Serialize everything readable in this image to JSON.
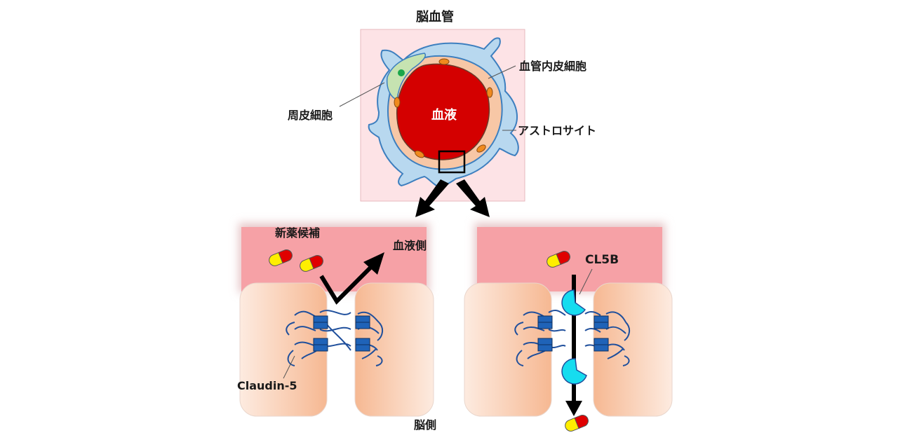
{
  "title": "脳血管",
  "labels": {
    "endothelial": "血管内皮細胞",
    "pericyte": "周皮細胞",
    "astrocyte": "アストロサイト",
    "blood": "血液",
    "drug_candidate": "新薬候補",
    "blood_side": "血液側",
    "claudin": "Claudin-5",
    "brain_side": "脳側",
    "cl5b": "CL5B"
  },
  "colors": {
    "blood": "#d40000",
    "endothelium": "#f7c7a6",
    "astrocyte": "#b8d8ef",
    "pericyte": "#c6e3b1",
    "background_panel": "#fde3e6",
    "blood_band": "#f6a1a6",
    "claudin_block": "#1f63b8",
    "cl5b": "#16dcef",
    "capsule_red": "#e00000",
    "capsule_yellow": "#ffee00"
  },
  "icons": {
    "capsule": "capsule-icon",
    "arrow": "arrow-icon",
    "cl5b_antibody": "antibody-icon"
  }
}
